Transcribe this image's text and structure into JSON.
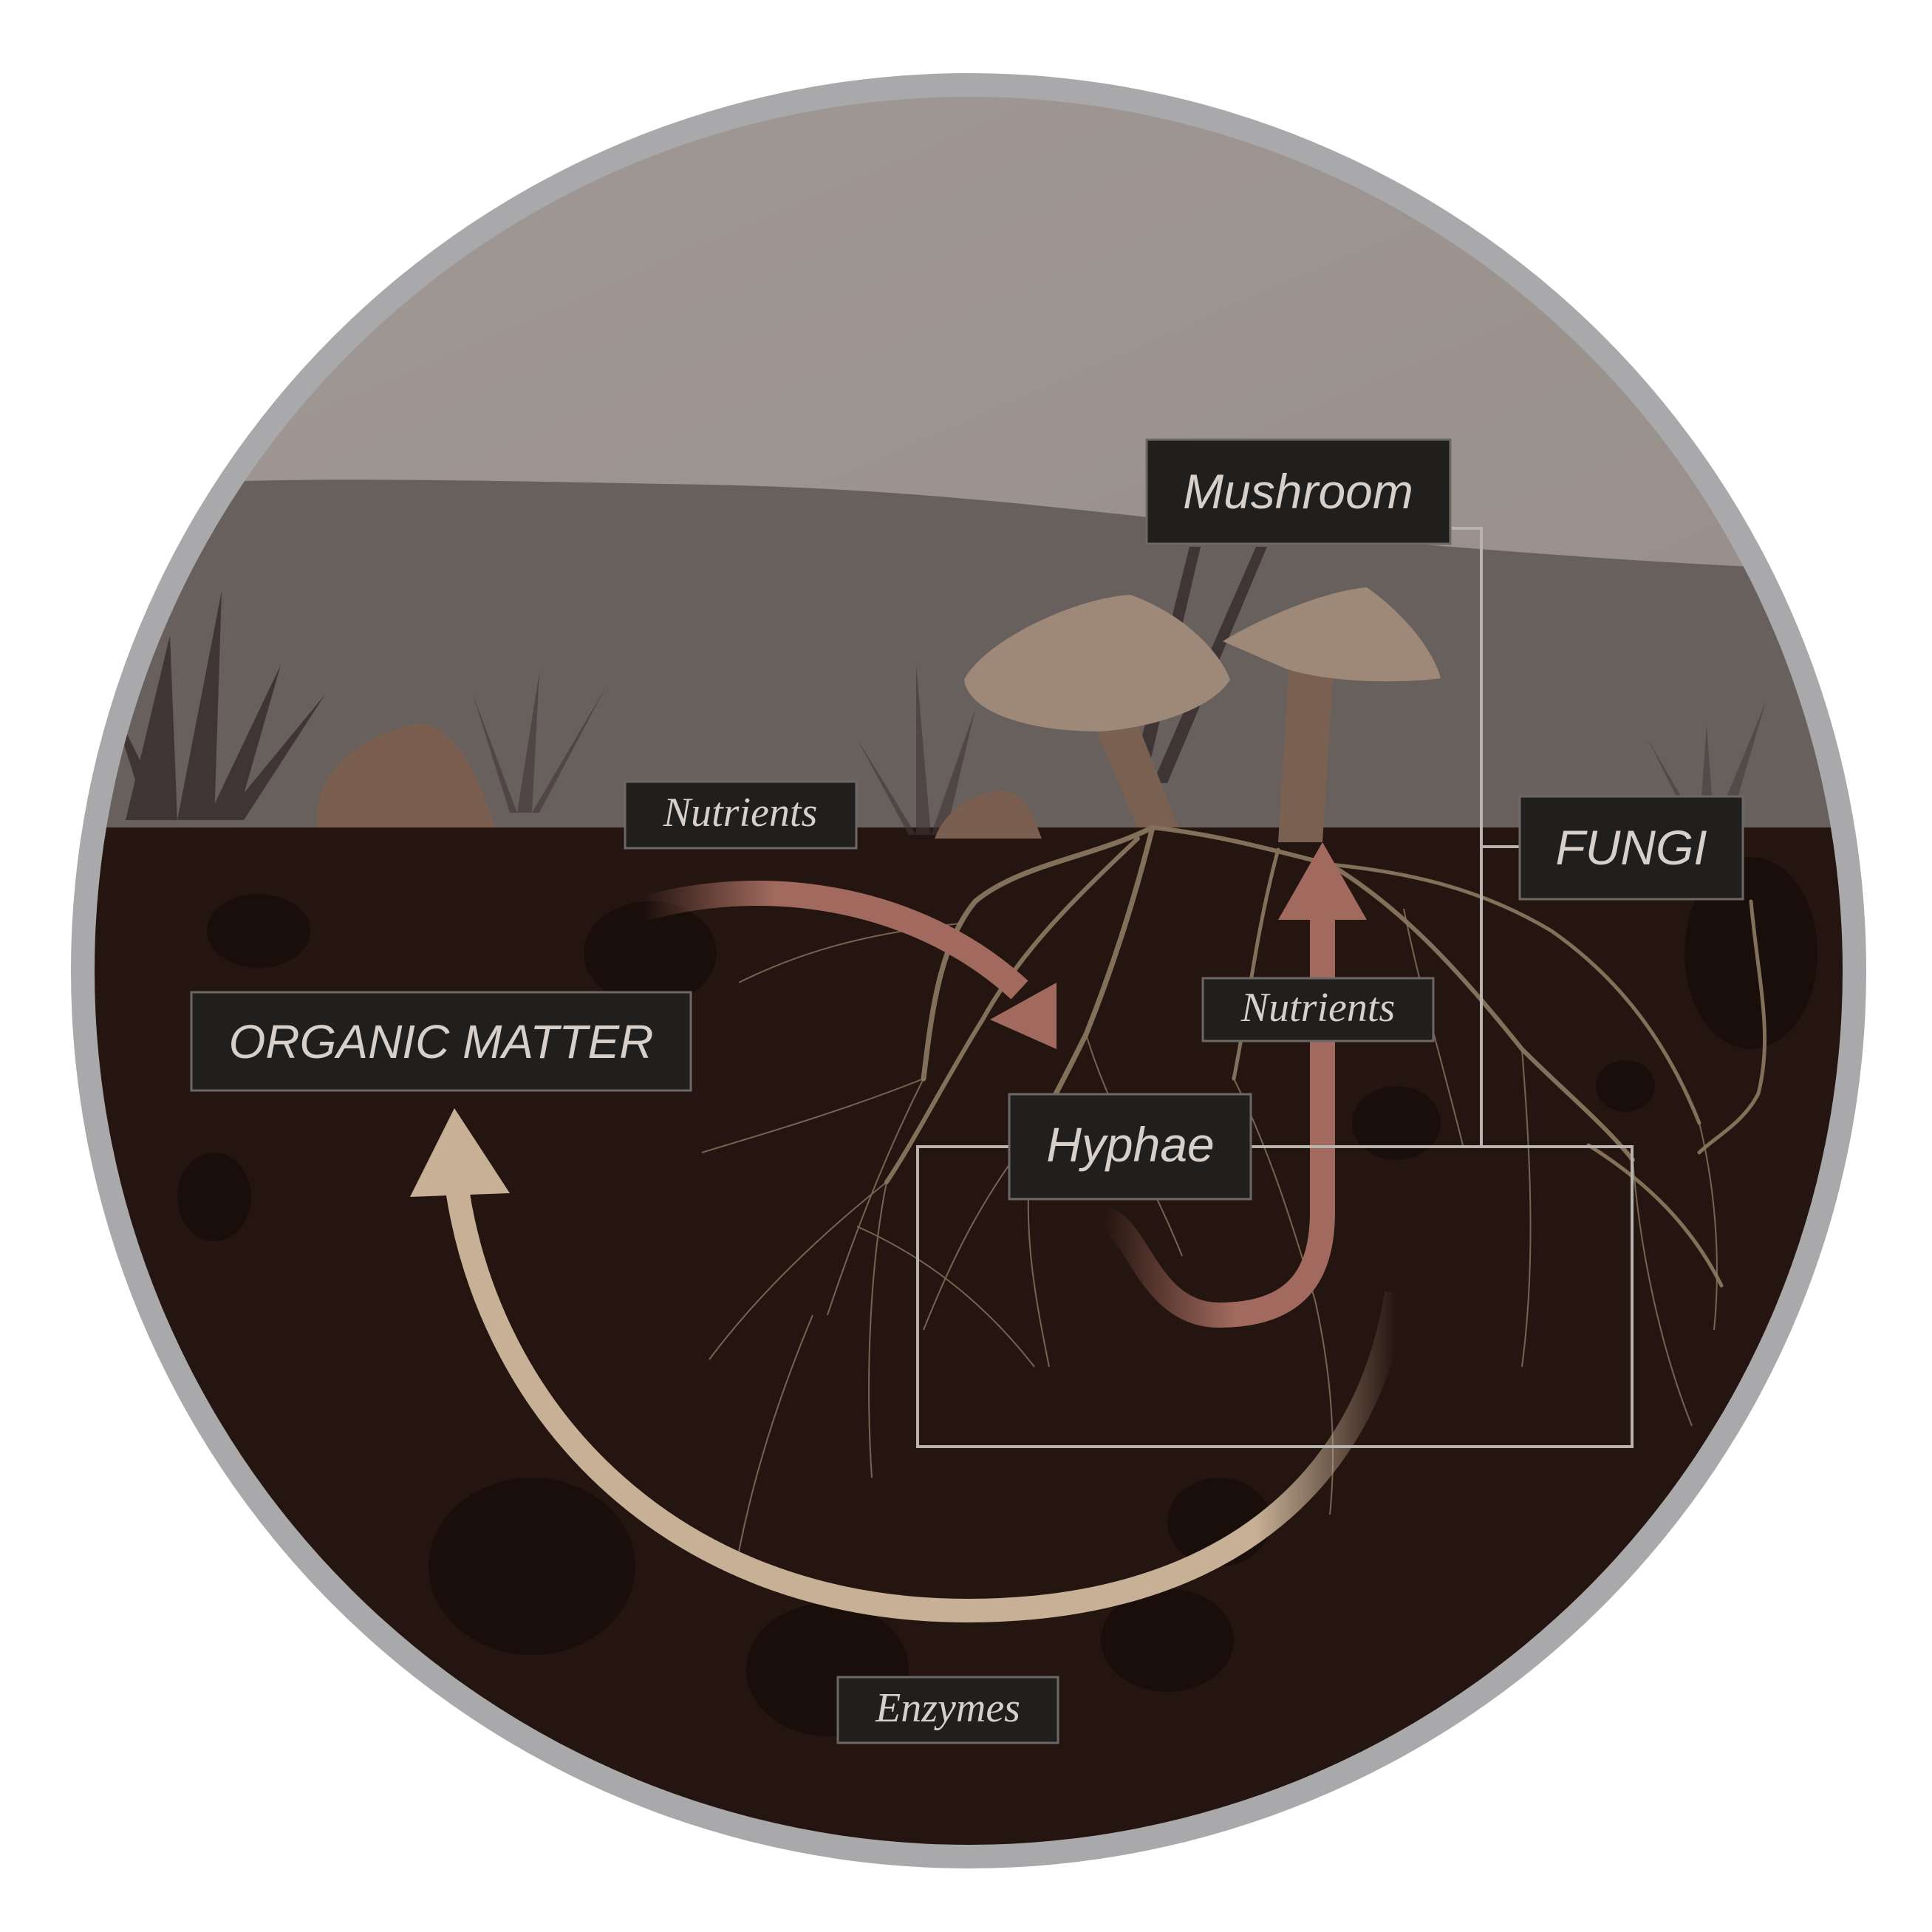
{
  "labels": {
    "mushroom": "Mushroom",
    "fungi": "FUNGI",
    "nutrients_top": "Nutrients",
    "nutrients_mid": "Nutrients",
    "organic_matter": "ORGANIC MATTER",
    "hyphae": "Hyphae",
    "enzymes": "Enzymes"
  },
  "colors": {
    "ring": "#a9a8aa",
    "sky": "#9d9591",
    "hill": "#67605d",
    "soil": "#251510",
    "mushroom_cap": "#9e8878",
    "mushroom_stem": "#7a6050",
    "nutrient_arrow": "#a26a5e",
    "enzyme_arrow": "#c8b096",
    "hyphae": "#82705b"
  }
}
